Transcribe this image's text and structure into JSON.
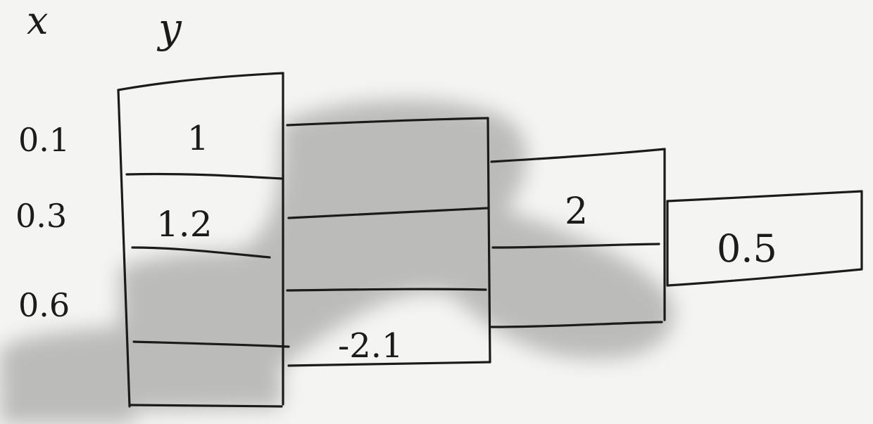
{
  "headers": {
    "x": "x",
    "y": "y"
  },
  "x_labels": [
    "0.1",
    "0.3",
    "0.6"
  ],
  "cells": {
    "block1_row1": "1",
    "block1_row2": "1.2",
    "block2_value": "-2.1",
    "block3_value": "2",
    "block4_value": "0.5"
  },
  "colors": {
    "ink": "#1b1b1b",
    "paper": "#f4f4f2",
    "wash": "#8e8e8e"
  }
}
